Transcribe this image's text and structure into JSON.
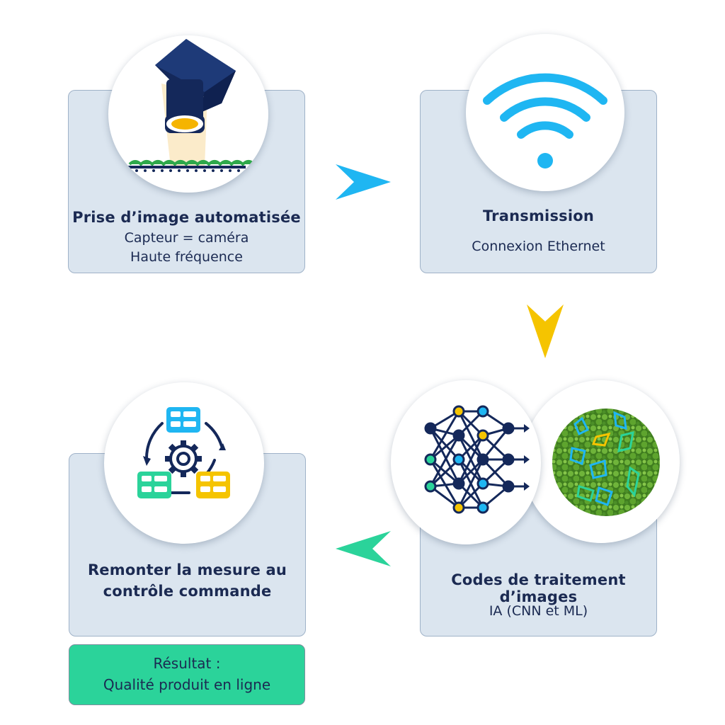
{
  "step1": {
    "title": "Prise d’image automatisée",
    "line1": "Capteur = caméra",
    "line2": "Haute fréquence"
  },
  "step2": {
    "title": "Transmission",
    "line1": "Connexion Ethernet"
  },
  "step3": {
    "title": "Codes de traitement d’images",
    "line1": "IA (CNN et ML)"
  },
  "step4": {
    "title_line1": "Remonter la mesure au",
    "title_line2": "contrôle commande"
  },
  "result": {
    "line1": "Résultat :",
    "line2": "Qualité produit en ligne"
  },
  "colors": {
    "navy": "#14285a",
    "cyan": "#1fb6f2",
    "yellow": "#f5c400",
    "green": "#2bd39a",
    "card": "#dbe5ef"
  },
  "icons": [
    "camera-icon",
    "wifi-icon",
    "neural-network-icon",
    "detection-image-icon",
    "process-cycle-icon"
  ]
}
